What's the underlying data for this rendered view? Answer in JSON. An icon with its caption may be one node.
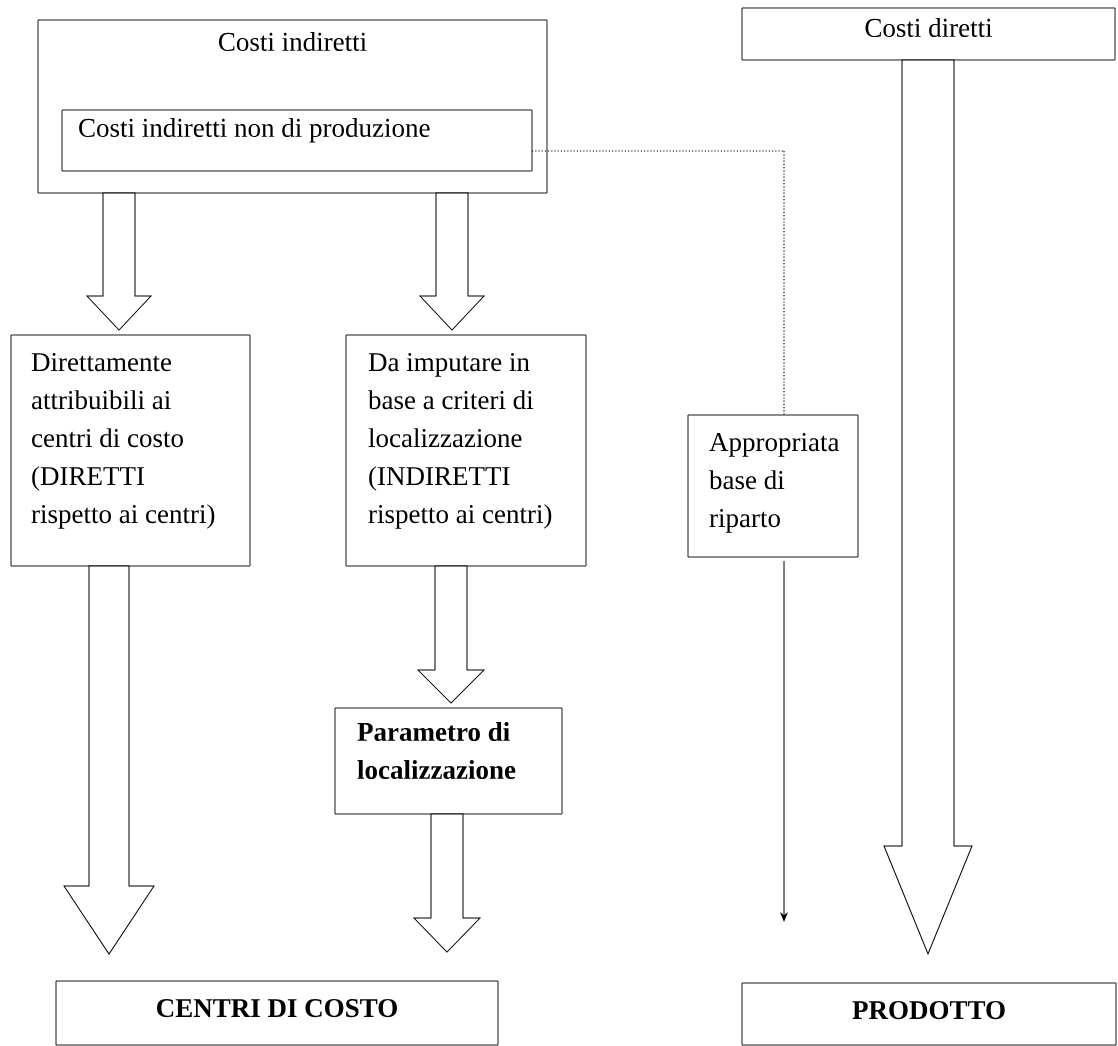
{
  "diagram": {
    "nodes": [
      {
        "text": [
          "Costi indiretti"
        ]
      },
      {
        "text": [
          "Costi indiretti non di produzione"
        ],
        "in": 0
      },
      {
        "text": [
          "Costi diretti"
        ]
      },
      {
        "text": [
          "Direttamente attribuibili ai centri di costo (DIRETTI rispetto ai centri)"
        ]
      },
      {
        "text": [
          "Da imputare in base a criteri di localizzazione (INDIRETTI rispetto ai centri)"
        ]
      },
      {
        "text": [
          "Appropriata base di riparto"
        ]
      },
      {
        "text": [
          "Parametro di localizzazione"
        ]
      },
      {
        "text": [
          "CENTRI DI COSTO"
        ]
      },
      {
        "text": [
          "PRODOTTO"
        ]
      }
    ],
    "edges": [
      {
        "from": 0,
        "to": 3,
        "arrow": "to",
        "style": "thick"
      },
      {
        "from": 0,
        "to": 4,
        "arrow": "to",
        "style": "thick"
      },
      {
        "from": 2,
        "to": 8,
        "arrow": "to",
        "style": "thick"
      },
      {
        "from": 1,
        "to": 5,
        "arrow": "none",
        "style": "dashed"
      },
      {
        "from": 3,
        "to": 7,
        "arrow": "to",
        "style": "thick"
      },
      {
        "from": 4,
        "to": 6,
        "arrow": "to",
        "style": "thick"
      },
      {
        "from": 5,
        "to": 8,
        "arrow": "to"
      },
      {
        "from": 6,
        "to": 7,
        "arrow": "to",
        "style": "thick"
      }
    ]
  }
}
